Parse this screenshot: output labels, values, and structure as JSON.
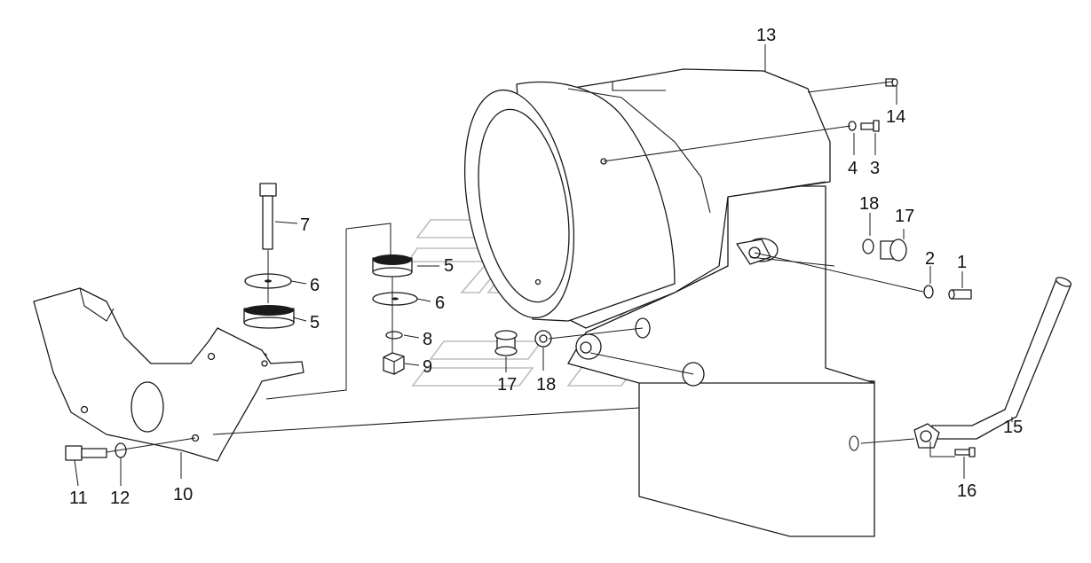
{
  "callouts": [
    {
      "id": "c1",
      "text": "1"
    },
    {
      "id": "c2",
      "text": "2"
    },
    {
      "id": "c3",
      "text": "3"
    },
    {
      "id": "c4",
      "text": "4"
    },
    {
      "id": "c5a",
      "text": "5"
    },
    {
      "id": "c5b",
      "text": "5"
    },
    {
      "id": "c6a",
      "text": "6"
    },
    {
      "id": "c6b",
      "text": "6"
    },
    {
      "id": "c7",
      "text": "7"
    },
    {
      "id": "c8",
      "text": "8"
    },
    {
      "id": "c9",
      "text": "9"
    },
    {
      "id": "c10",
      "text": "10"
    },
    {
      "id": "c11",
      "text": "11"
    },
    {
      "id": "c12",
      "text": "12"
    },
    {
      "id": "c13",
      "text": "13"
    },
    {
      "id": "c14",
      "text": "14"
    },
    {
      "id": "c15",
      "text": "15"
    },
    {
      "id": "c16",
      "text": "16"
    },
    {
      "id": "c17a",
      "text": "17"
    },
    {
      "id": "c17b",
      "text": "17"
    },
    {
      "id": "c18a",
      "text": "18"
    },
    {
      "id": "c18b",
      "text": "18"
    }
  ],
  "colors": {
    "line": "#1a1a1a",
    "watermark": "#bdbdbd",
    "background": "#ffffff"
  }
}
